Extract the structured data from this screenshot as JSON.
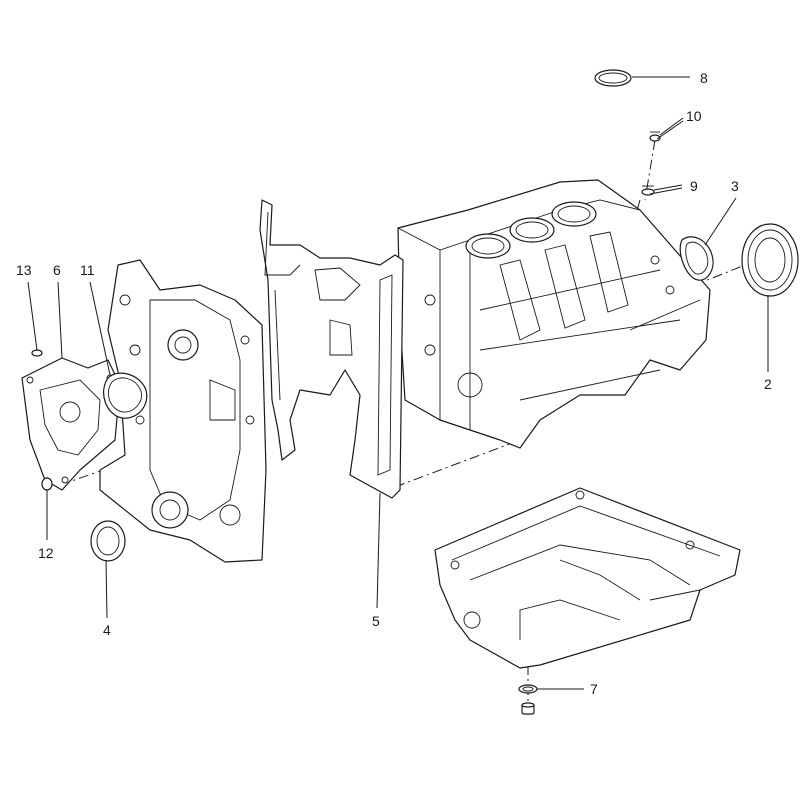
{
  "callouts": [
    {
      "id": "p2",
      "label": "2"
    },
    {
      "id": "p3",
      "label": "3"
    },
    {
      "id": "p4",
      "label": "4"
    },
    {
      "id": "p5",
      "label": "5"
    },
    {
      "id": "p6",
      "label": "6"
    },
    {
      "id": "p7",
      "label": "7"
    },
    {
      "id": "p8",
      "label": "8"
    },
    {
      "id": "p9",
      "label": "9"
    },
    {
      "id": "p10",
      "label": "10"
    },
    {
      "id": "p11",
      "label": "11"
    },
    {
      "id": "p12",
      "label": "12"
    },
    {
      "id": "p13",
      "label": "13"
    }
  ],
  "colors": {
    "line": "#1a1a1a",
    "background": "#ffffff"
  }
}
